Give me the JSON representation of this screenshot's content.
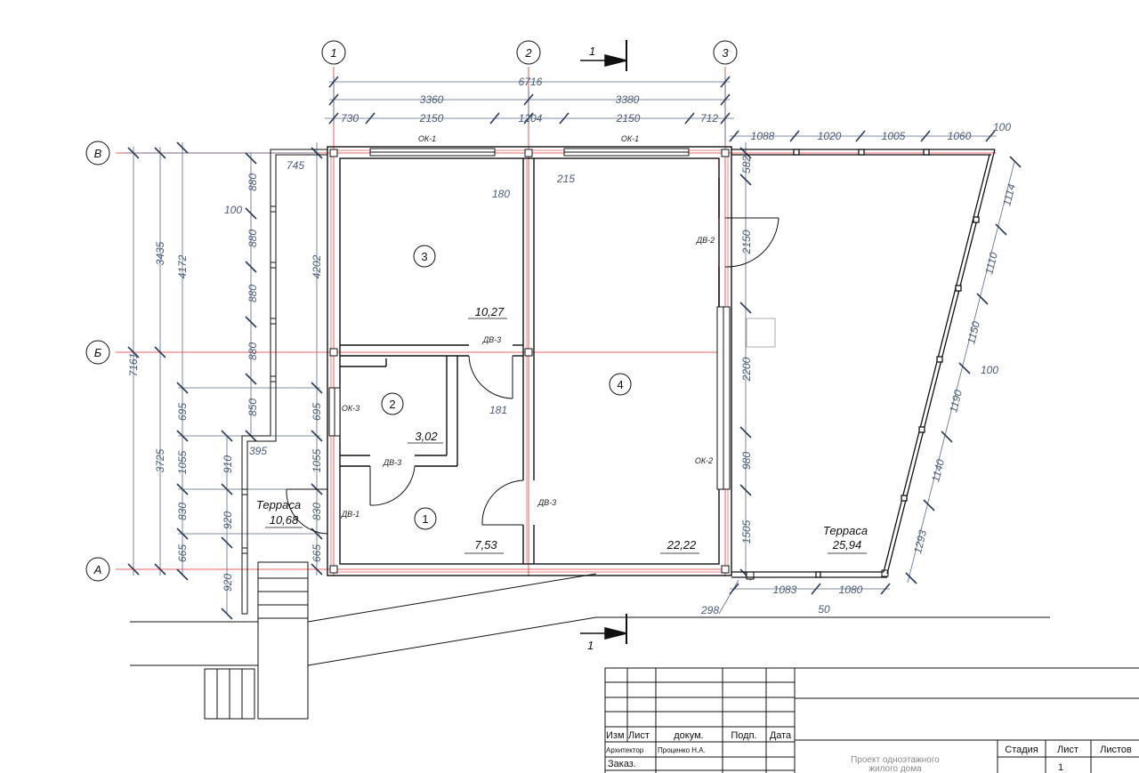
{
  "axes": {
    "vertical": [
      "1",
      "2",
      "3"
    ],
    "horizontal": [
      "В",
      "Б",
      "А"
    ]
  },
  "section_marker": "1",
  "dims": {
    "top": {
      "total": "6716",
      "left": "3360",
      "right": "3380",
      "d730": "730",
      "d2150a": "2150",
      "d1204": "1204",
      "d2150b": "2150",
      "d712": "712",
      "d1088": "1088",
      "d1020": "1020",
      "d1005": "1005",
      "d1060": "1060",
      "d100": "100"
    },
    "left": {
      "total": "7161",
      "upper": "3435",
      "lower": "3725",
      "d4172": "4172",
      "d4202": "4202",
      "d695": "695",
      "d1055": "1055",
      "d830": "830",
      "d665": "665",
      "d745": "745",
      "d100": "100",
      "d880a": "880",
      "d880b": "880",
      "d880c": "880",
      "d880d": "880",
      "d850": "850",
      "d395": "395",
      "d910": "910",
      "d920a": "920",
      "d920b": "920",
      "i695": "695",
      "i1055": "1055",
      "i830": "830",
      "i665": "665"
    },
    "inner": {
      "d180": "180",
      "d215": "215",
      "d181": "181"
    },
    "right": {
      "d582": "582",
      "d2150": "2150",
      "d2200": "2200",
      "d980": "980",
      "d1505": "1505",
      "d1114": "1114",
      "d1110": "1110",
      "d1150": "1150",
      "d100": "100",
      "d1190": "1190",
      "d1140": "1140",
      "d1293": "1293"
    },
    "bottom": {
      "d298": "298",
      "d1083": "1083",
      "d50": "50",
      "d1080": "1080"
    }
  },
  "labels": {
    "ok1a": "ОК-1",
    "ok1b": "ОК-1",
    "ok2": "ОК-2",
    "ok3": "ОК-3",
    "dv1": "ДВ-1",
    "dv2": "ДВ-2",
    "dv3a": "ДВ-3",
    "dv3b": "ДВ-3",
    "dv3c": "ДВ-3"
  },
  "rooms": [
    {
      "number": "3",
      "area": "10,27"
    },
    {
      "number": "2",
      "area": "3,02"
    },
    {
      "number": "1",
      "area": "7,53"
    },
    {
      "number": "4",
      "area": "22,22"
    }
  ],
  "terraces": [
    {
      "name": "Терраса",
      "area": "10,68"
    },
    {
      "name": "Терраса",
      "area": "25,94"
    }
  ],
  "title_block": {
    "headers": {
      "izm": "Изм",
      "list": "Лист",
      "dokum": "докум.",
      "podp": "Подп.",
      "data": "Дата"
    },
    "architect_role": "Архитектор",
    "architect_name": "Проценко Н.А.",
    "zakaz": "Заказ.",
    "project_title_line1": "Проект одноэтажного",
    "project_title_line2": "жилого дома",
    "stage_header": "Стадия",
    "sheet_header": "Лист",
    "sheets_header": "Листов",
    "sheet_number": "1"
  }
}
